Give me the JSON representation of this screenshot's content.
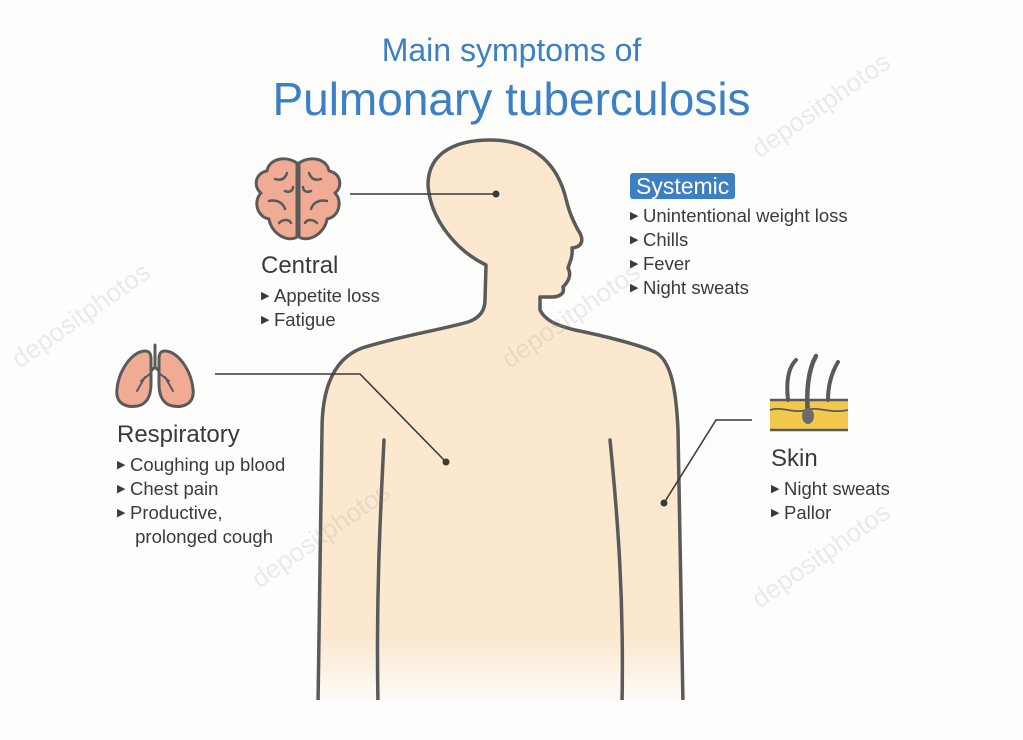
{
  "title": {
    "line1": "Main symptoms of",
    "line2": "Pulmonary tuberculosis"
  },
  "colors": {
    "title": "#3d7fc4",
    "skin_fill": "#fbe8cf",
    "outline": "#5a5a5a",
    "organ_fill": "#f0ab95",
    "badge_bg": "#3d7fc4",
    "hair_layer": "#f2c94c"
  },
  "icons": {
    "central": "brain-icon",
    "respiratory": "lungs-icon",
    "skin": "skin-hair-icon"
  },
  "central": {
    "heading": "Central",
    "items": [
      "Appetite loss",
      "Fatigue"
    ]
  },
  "systemic": {
    "heading": "Systemic",
    "items": [
      "Unintentional weight loss",
      "Chills",
      "Fever",
      "Night sweats"
    ]
  },
  "respiratory": {
    "heading": "Respiratory",
    "items": [
      "Coughing up blood",
      "Chest pain",
      "Productive,",
      " prolonged cough"
    ]
  },
  "skin": {
    "heading": "Skin",
    "items": [
      "Night sweats",
      "Pallor"
    ]
  },
  "watermark": "depositphotos"
}
